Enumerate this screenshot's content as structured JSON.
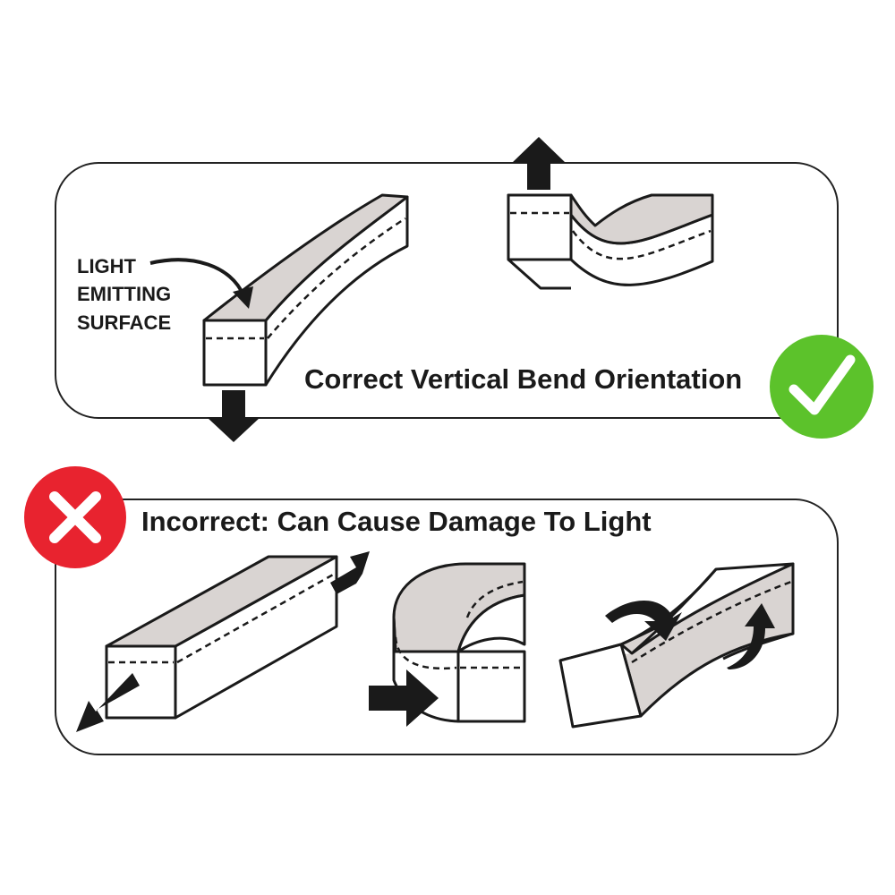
{
  "correct_panel": {
    "surface_label_lines": [
      "LIGHT",
      "EMITTING",
      "SURFACE"
    ],
    "caption": "Correct Vertical Bend Orientation",
    "status_icon": "check-icon",
    "status_color": "#5cc22b"
  },
  "incorrect_panel": {
    "caption": "Incorrect: Can Cause Damage To Light",
    "status_icon": "cross-icon",
    "status_color": "#e8232f"
  },
  "colors": {
    "outline": "#1a1a1a",
    "surface": "#d9d4d2",
    "panel_border": "#222222"
  }
}
